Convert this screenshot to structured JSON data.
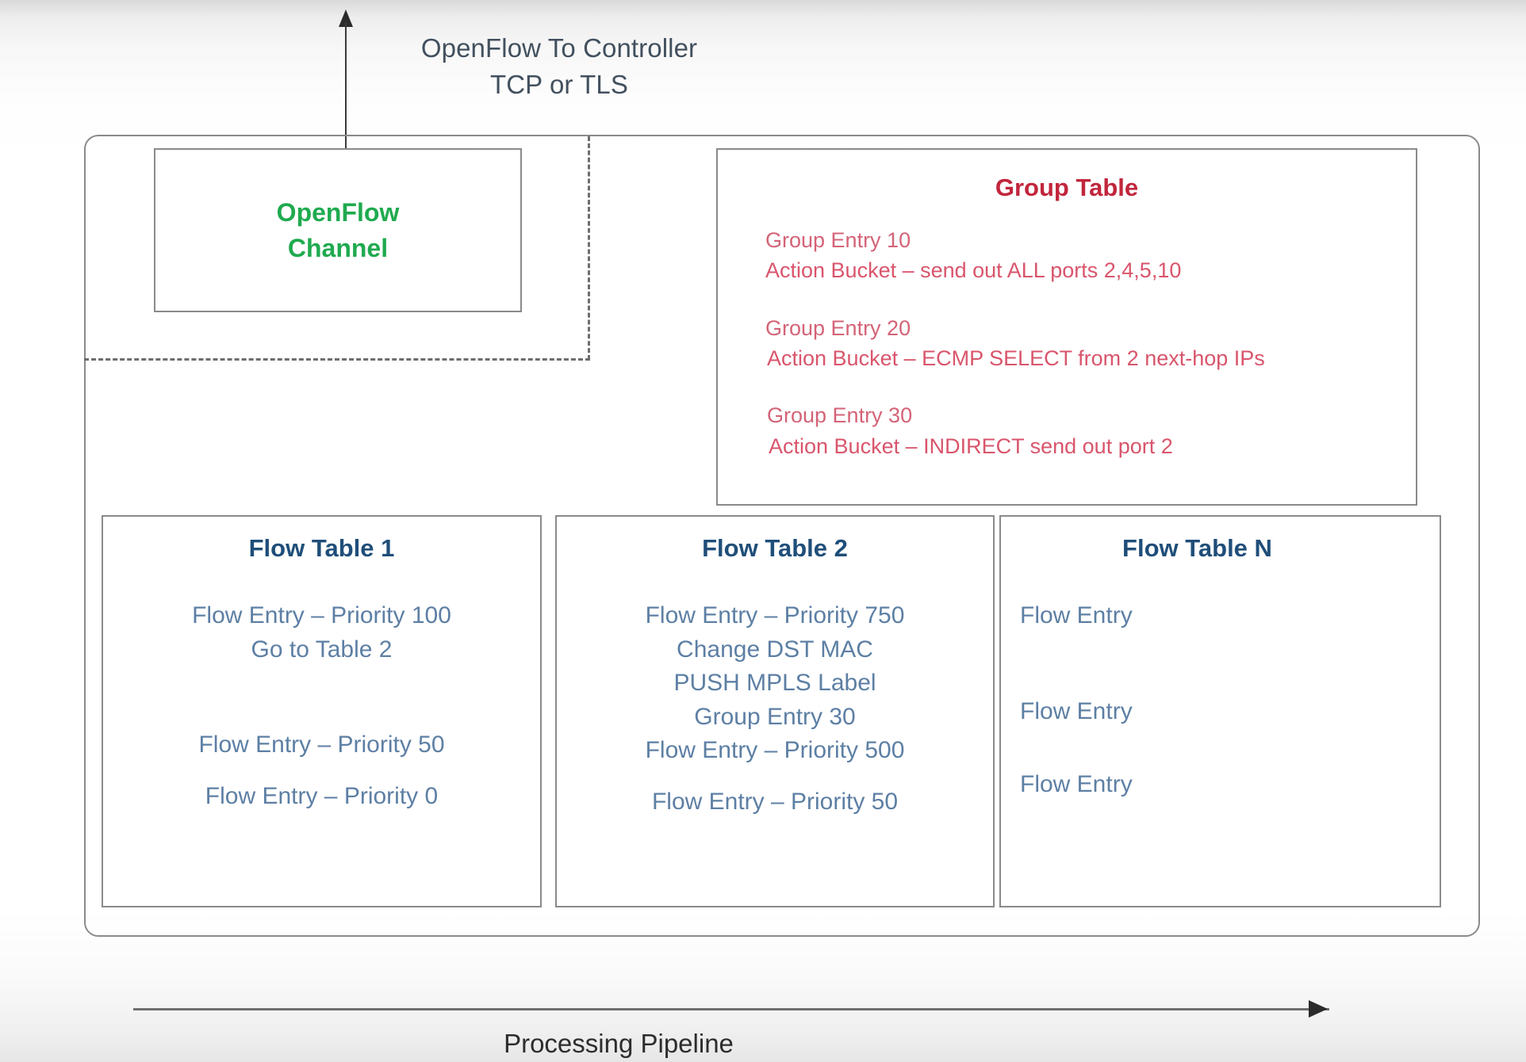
{
  "controller_link": {
    "label_line1": "OpenFlow To Controller",
    "label_line2": "TCP or TLS",
    "arrow_icon": "arrow-up-icon"
  },
  "openflow_channel": {
    "line1": "OpenFlow",
    "line2": "Channel",
    "color": "#1faa4f"
  },
  "group_table": {
    "title": "Group Table",
    "title_color": "#c1263c",
    "entry_color": "#d9556c",
    "entries": [
      {
        "name": "Group Entry 10",
        "bucket": "Action Bucket – send out ALL ports 2,4,5,10"
      },
      {
        "name": "Group Entry 20",
        "bucket": "Action Bucket – ECMP SELECT from 2 next-hop IPs"
      },
      {
        "name": "Group Entry 30",
        "bucket": "Action Bucket – INDIRECT send out port 2"
      }
    ]
  },
  "flow_tables": [
    {
      "title": "Flow Table 1",
      "lines": [
        "Flow Entry – Priority 100",
        "Go to Table 2",
        "Flow Entry – Priority 50",
        "Flow Entry – Priority 0"
      ]
    },
    {
      "title": "Flow Table 2",
      "lines": [
        "Flow Entry – Priority 750",
        "Change DST MAC",
        "PUSH MPLS Label",
        "Group Entry 30",
        "Flow Entry – Priority 500",
        "Flow Entry – Priority 50"
      ]
    },
    {
      "title": "Flow Table N",
      "lines": [
        "Flow Entry",
        "Flow Entry",
        "Flow Entry"
      ]
    }
  ],
  "flow_table_colors": {
    "title": "#1f4e79",
    "entry": "#5d7fa4"
  },
  "pipeline": {
    "label": "Processing Pipeline",
    "arrow_icon": "arrow-right-icon"
  }
}
